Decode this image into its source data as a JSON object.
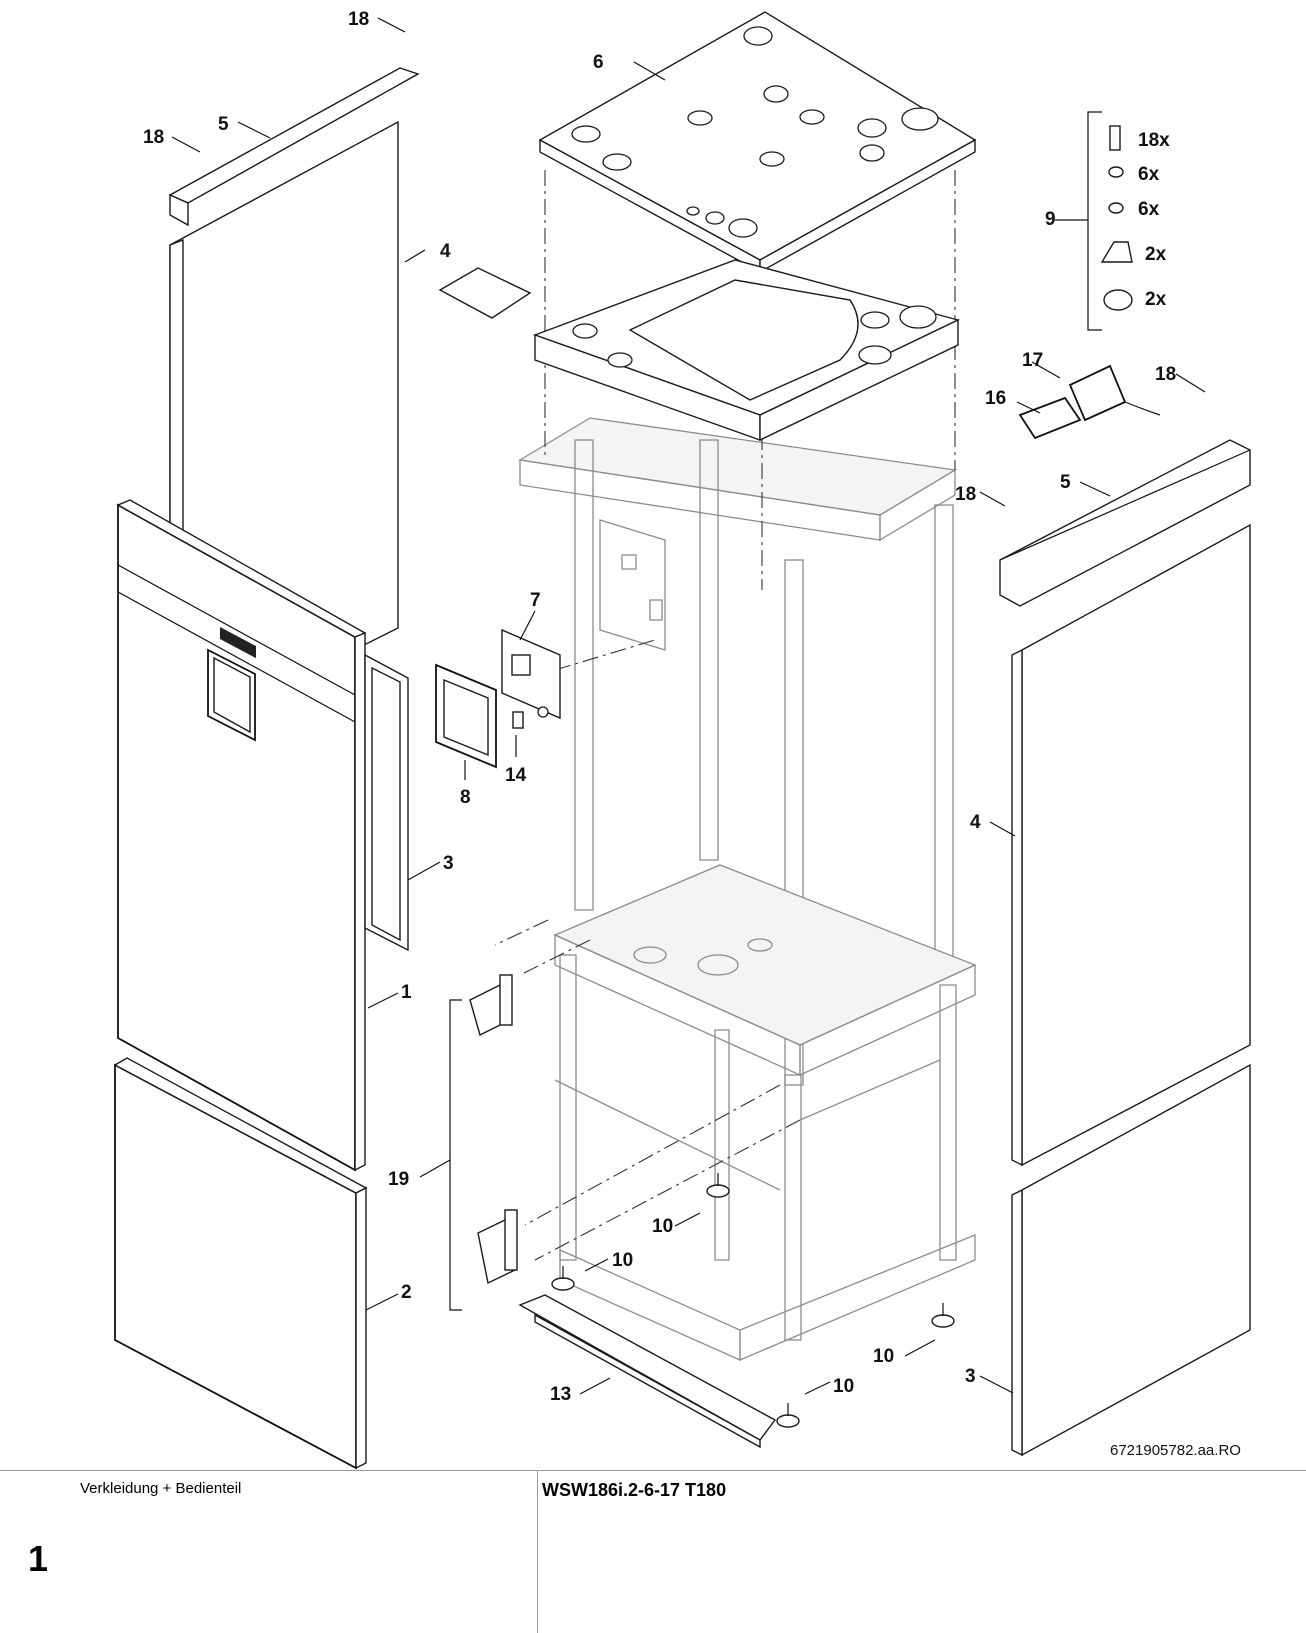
{
  "diagram": {
    "labels": {
      "part_1": "1",
      "part_2": "2",
      "part_3_left": "3",
      "part_3_right": "3",
      "part_4_left": "4",
      "part_4_right": "4",
      "part_5_left": "5",
      "part_5_right": "5",
      "part_6": "6",
      "part_7": "7",
      "part_8": "8",
      "part_9": "9",
      "part_10_a": "10",
      "part_10_b": "10",
      "part_10_c": "10",
      "part_10_d": "10",
      "part_13": "13",
      "part_14": "14",
      "part_16": "16",
      "part_17": "17",
      "part_18_top": "18",
      "part_18_left": "18",
      "part_18_right_top": "18",
      "part_18_right": "18",
      "part_19": "19"
    },
    "kit_9_quantities": [
      "18x",
      "6x",
      "6x",
      "2x",
      "2x"
    ],
    "document_number": "6721905782.aa.RO"
  },
  "footer": {
    "subtitle": "Verkleidung + Bedienteil",
    "page_number": "1",
    "model": "WSW186i.2-6-17 T180"
  }
}
